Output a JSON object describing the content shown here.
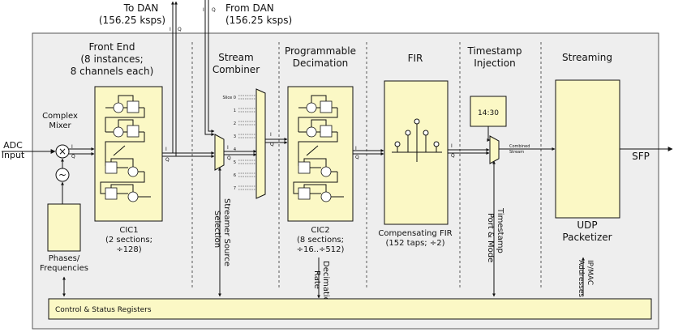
{
  "top": {
    "to_dan_line1": "To DAN",
    "to_dan_line2": "(156.25 ksps)",
    "from_dan_line1": "From DAN",
    "from_dan_line2": "(156.25 ksps)"
  },
  "sections": {
    "front_end": [
      "Front End",
      "(8 instances;",
      "8 channels each)"
    ],
    "stream_combiner": [
      "Stream",
      "Combiner"
    ],
    "prog_decimation": [
      "Programmable",
      "Decimation"
    ],
    "fir": [
      "FIR"
    ],
    "timestamp_injection": [
      "Timestamp",
      "Injection"
    ],
    "streaming": [
      "Streaming"
    ]
  },
  "labels": {
    "adc_input": [
      "ADC",
      "Input"
    ],
    "complex_mixer": [
      "Complex",
      "Mixer"
    ],
    "phases": [
      "Phases/",
      "Frequencies"
    ],
    "cic1": [
      "CIC1",
      "(2 sections;",
      "÷128)"
    ],
    "streamer_source": [
      "Streamer Source",
      "Selection"
    ],
    "cic2": [
      "CIC2",
      "(8 sections;",
      "÷16..÷512)"
    ],
    "decimation_rate": [
      "Decimation",
      "Rate"
    ],
    "compensating_fir": [
      "Compensating FIR",
      "(152 taps; ÷2)"
    ],
    "timestamp_port": [
      "Timestamp",
      "Port & Mode"
    ],
    "clock_time": "14:30",
    "combined_stream": [
      "Combined",
      "Stream"
    ],
    "udp": [
      "UDP",
      "Packetizer"
    ],
    "ip_mac": [
      "IP/MAC",
      "Addresses"
    ],
    "sfp": "SFP",
    "csr": "Control & Status Registers",
    "mixer_x": "×",
    "osc": "~",
    "slices": [
      "Slice 0",
      "1",
      "2",
      "3",
      "4",
      "5",
      "6",
      "7"
    ],
    "i": "I",
    "q": "Q"
  },
  "colors": {
    "block_fill": "#fbf8c5",
    "frame_fill": "#eeeeee",
    "frame_stroke": "#555555"
  }
}
